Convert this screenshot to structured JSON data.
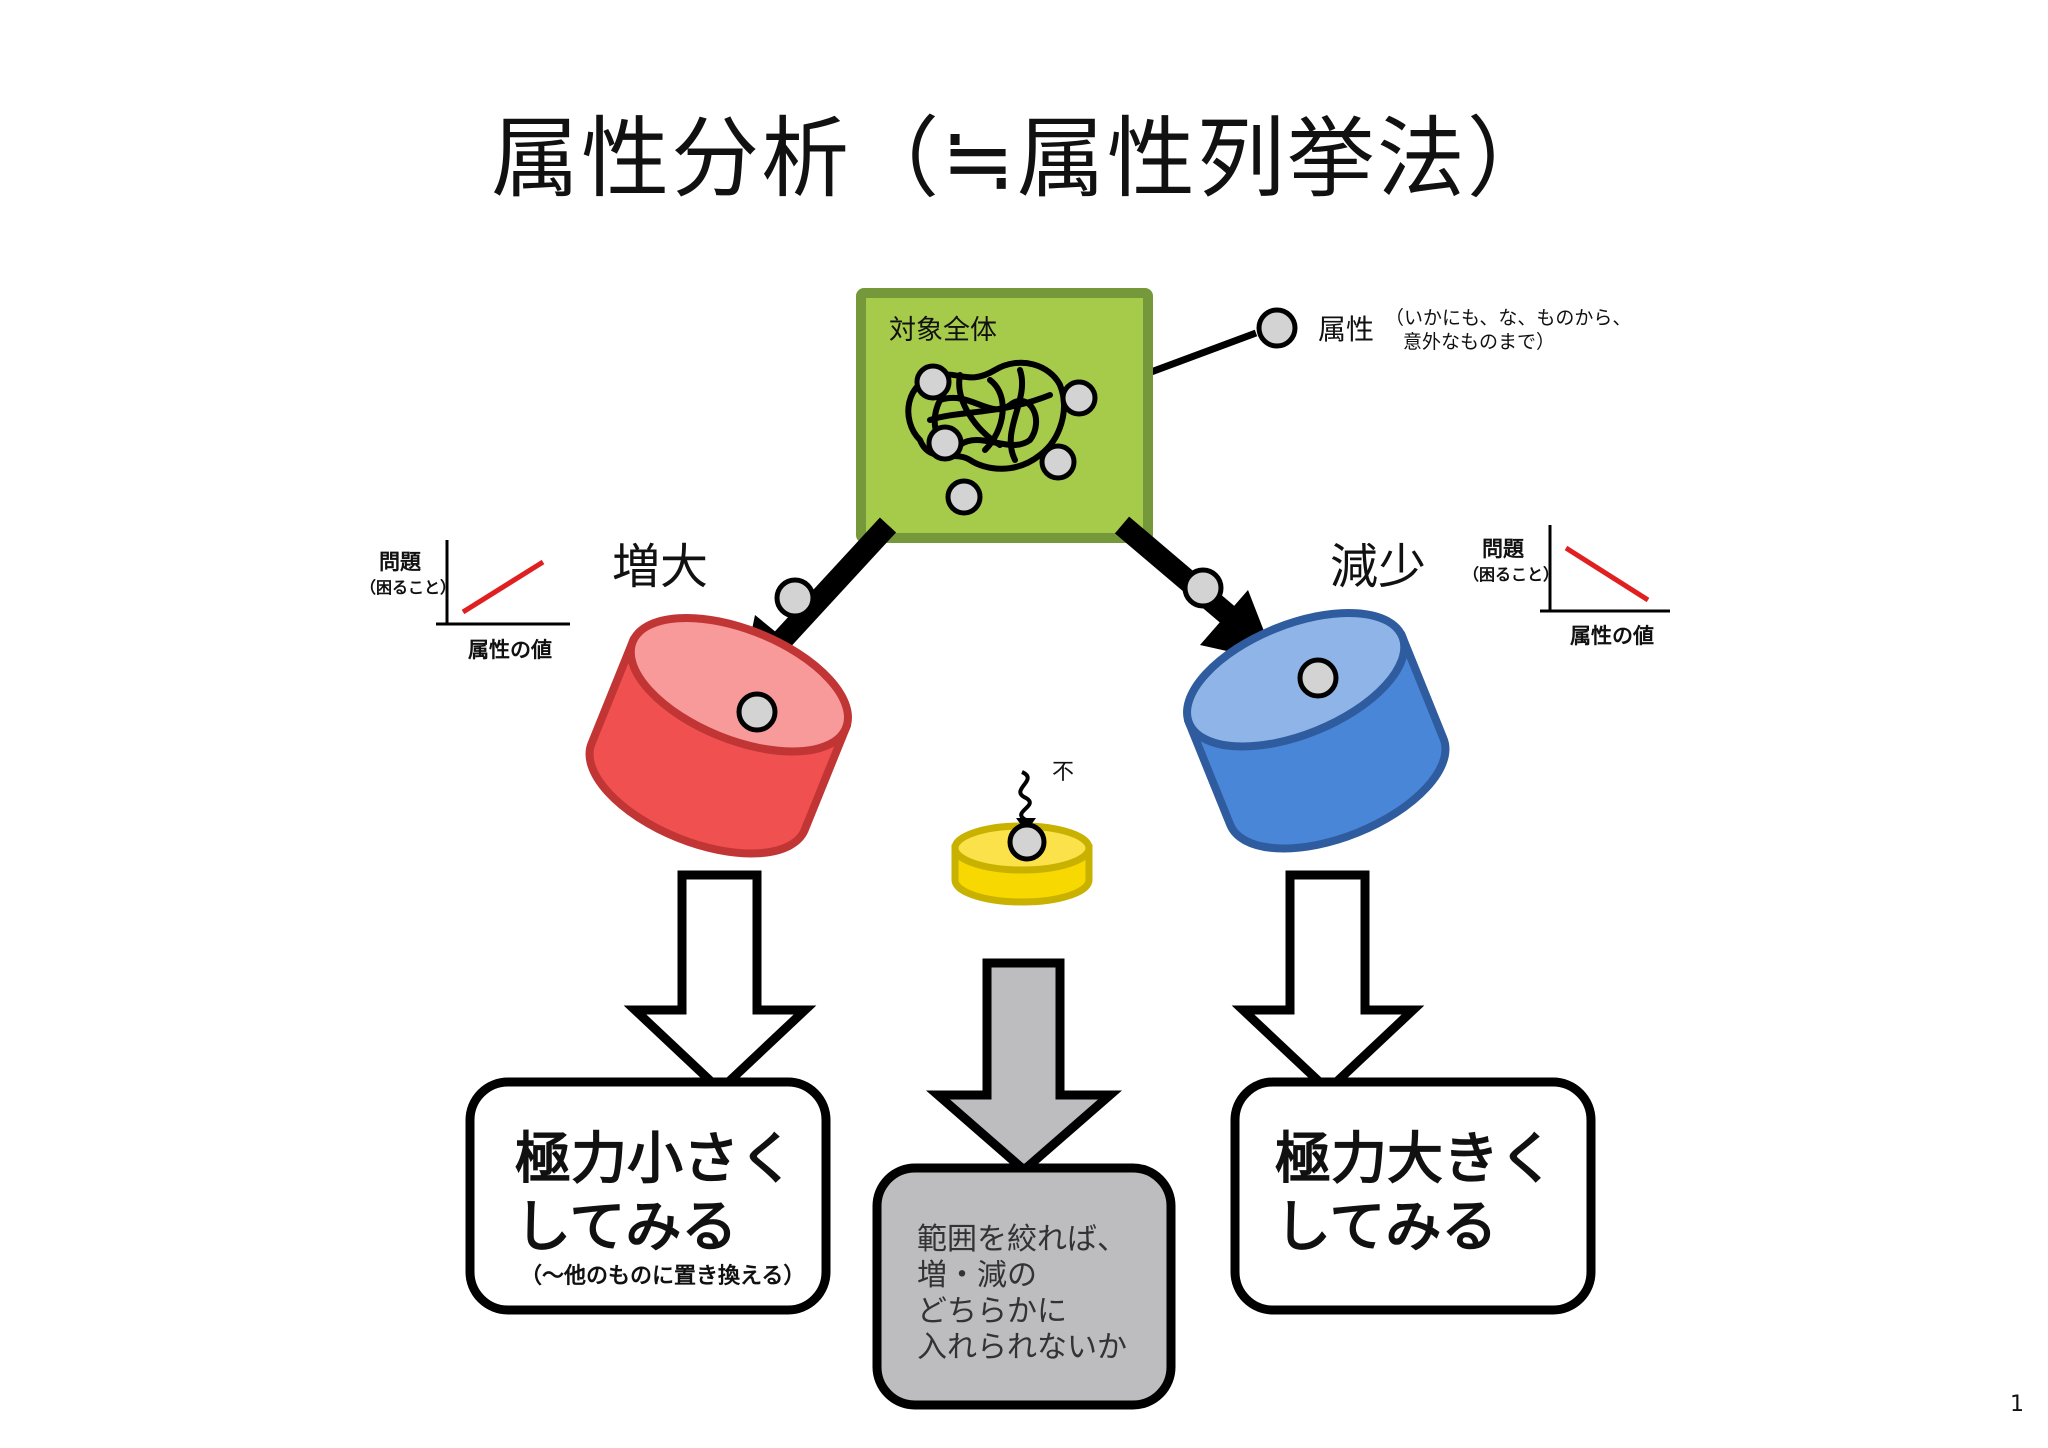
{
  "title": "属性分析（≒属性列挙法）",
  "target": {
    "label": "対象全体",
    "color": "#a6cb4a",
    "border": "#74983a"
  },
  "attribute_legend": {
    "label": "属性",
    "note_line1": "（いかにも、な、ものから、",
    "note_line2": "意外なものまで）"
  },
  "increase": {
    "label": "増大",
    "graph_ylabel": "問題",
    "graph_ysub": "（困ること）",
    "graph_xlabel": "属性の値",
    "line_color": "#e02020",
    "drum_color": "#f05050",
    "result_line1": "極力小さく",
    "result_line2": "してみる",
    "result_note": "（〜他のものに置き換える）"
  },
  "decrease": {
    "label": "減少",
    "graph_ylabel": "問題",
    "graph_ysub": "（困ること）",
    "graph_xlabel": "属性の値",
    "line_color": "#e02020",
    "drum_color": "#4a86d8",
    "result_line1": "極力大きく",
    "result_line2": "してみる"
  },
  "neutral": {
    "mark": "不",
    "drum_color": "#f7d800",
    "result_lines": [
      "範囲を絞れば、",
      "増・減の",
      "どちらかに",
      "入れられないか"
    ],
    "box_color": "#bdbcbf"
  },
  "page_number": "1"
}
